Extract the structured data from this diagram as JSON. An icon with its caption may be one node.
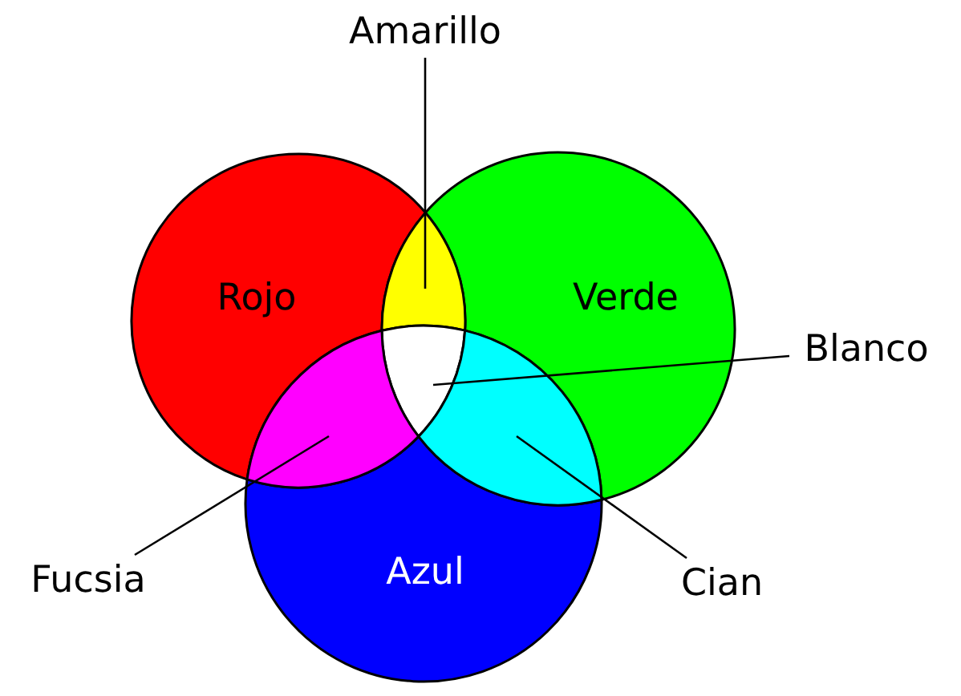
{
  "diagram": {
    "nodes": [
      {
        "text": [
          "Amarillo"
        ]
      },
      {
        "text": [
          "Rojo"
        ]
      },
      {
        "text": [
          "Verde"
        ]
      },
      {
        "text": [
          "Blanco"
        ]
      },
      {
        "text": [
          "Azul"
        ]
      },
      {
        "text": [
          "Fucsia"
        ]
      },
      {
        "text": [
          "Cian"
        ]
      },
      {
        "text": [],
        "shape": "lens"
      },
      {
        "text": [],
        "shape": "triangle"
      },
      {
        "text": [],
        "shape": "lens"
      },
      {
        "text": [],
        "shape": "lens"
      }
    ],
    "edges": [
      {
        "from": 0,
        "to": 7,
        "arrow": "none"
      },
      {
        "from": 3,
        "to": 8,
        "arrow": "none"
      },
      {
        "from": 5,
        "to": 9,
        "arrow": "none"
      },
      {
        "from": 6,
        "to": 10,
        "arrow": "none"
      }
    ]
  }
}
